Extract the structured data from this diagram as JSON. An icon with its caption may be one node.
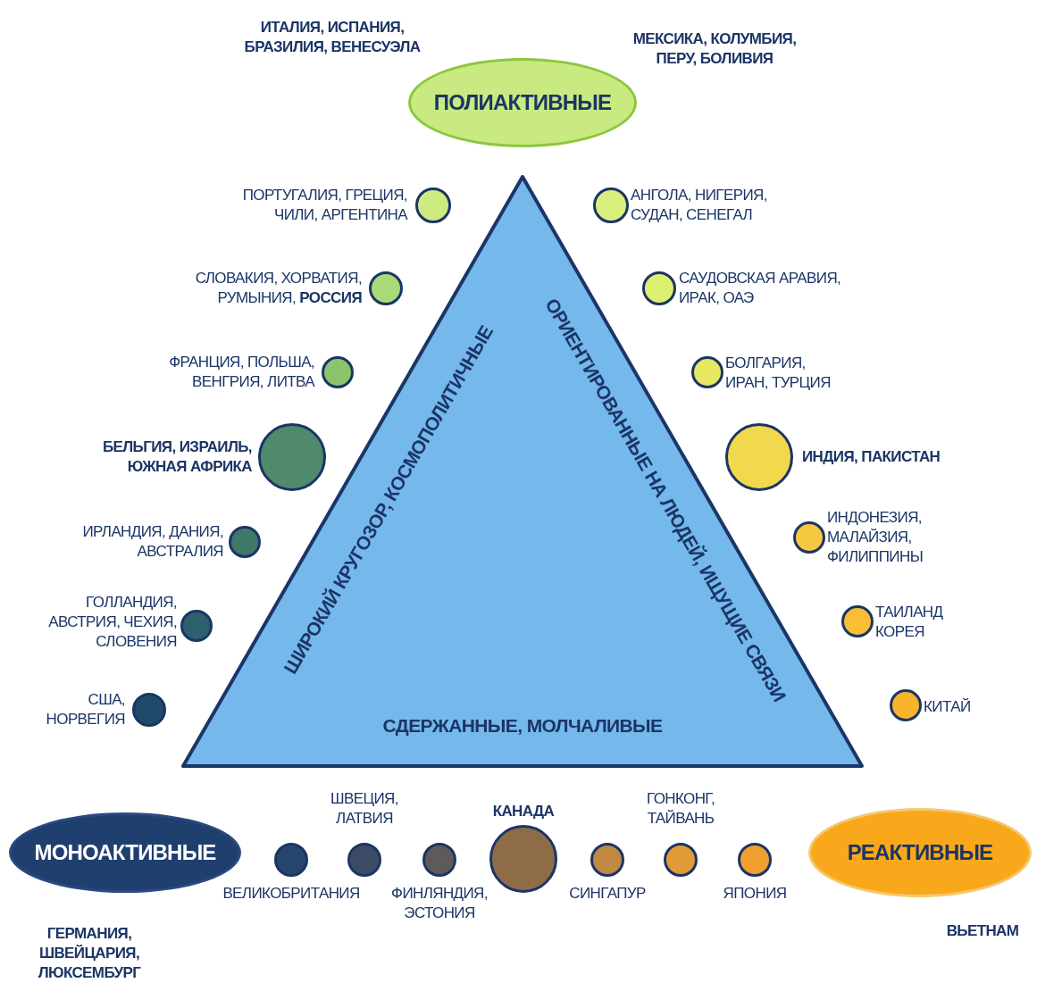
{
  "diagram": {
    "nodes": [
      {
        "text": [
          "ПОЛИАКТИВНЫЕ"
        ],
        "beside": [
          "ИТАЛИЯ, ИСПАНИЯ, БРАЗИЛИЯ, ВЕНЕСУЭЛА",
          "МЕКСИКА, КОЛУМБИЯ, ПЕРУ, БОЛИВИЯ"
        ]
      },
      {
        "text": [
          "ШИРОКИЙ КРУГОЗОР, КОСМОПОЛИТИЧНЫЕ",
          "ОРИЕНТИРОВАННЫЕ НА ЛЮДЕЙ, ИЩУЩИЕ СВЯЗИ",
          "СДЕРЖАННЫЕ, МОЛЧАЛИВЫЕ"
        ]
      },
      {
        "text": [],
        "shape": "circle"
      },
      {
        "text": [],
        "shape": "circle"
      },
      {
        "text": [],
        "shape": "circle"
      },
      {
        "text": [],
        "shape": "circle"
      },
      {
        "text": [],
        "shape": "circle"
      },
      {
        "text": [],
        "shape": "circle"
      },
      {
        "text": [],
        "shape": "circle"
      },
      {
        "text": [],
        "shape": "circle"
      },
      {
        "text": [],
        "shape": "circle"
      },
      {
        "text": [],
        "shape": "circle"
      },
      {
        "text": [],
        "shape": "circle"
      },
      {
        "text": [],
        "shape": "circle"
      },
      {
        "text": [],
        "shape": "circle"
      },
      {
        "text": [],
        "shape": "circle"
      },
      {
        "text": [
          "МОНОАКТИВНЫЕ"
        ],
        "beside": [
          "ГЕРМАНИЯ, ШВЕЙЦАРИЯ, ЛЮКСЕМБУРГ"
        ]
      },
      {
        "text": [],
        "shape": "circle"
      },
      {
        "text": [],
        "shape": "circle"
      },
      {
        "text": [],
        "shape": "circle"
      },
      {
        "text": [],
        "shape": "circle"
      },
      {
        "text": [],
        "shape": "circle"
      },
      {
        "text": [],
        "shape": "circle"
      },
      {
        "text": [],
        "shape": "circle"
      },
      {
        "text": [
          "РЕАКТИВНЫЕ"
        ],
        "beside": [
          "ВЬЕТНАМ"
        ]
      }
    ],
    "labels": [
      "ПОРТУГАЛИЯ, ГРЕЦИЯ, ЧИЛИ, АРГЕНТИНА",
      "АНГОЛА, НИГЕРИЯ, СУДАН, СЕНЕГАЛ",
      "СЛОВАКИЯ, ХОРВАТИЯ, РУМЫНИЯ, **РОССИЯ**",
      "САУДОВСКАЯ АРАВИЯ, ИРАК, ОАЭ",
      "ФРАНЦИЯ, ПОЛЬША, ВЕНГРИЯ, ЛИТВА",
      "БОЛГАРИЯ, ИРАН, ТУРЦИЯ",
      "БЕЛЬГИЯ, ИЗРАИЛЬ, ЮЖНАЯ АФРИКА",
      "ИНДИЯ, ПАКИСТАН",
      "ИРЛАНДИЯ, ДАНИЯ, АВСТРАЛИЯ",
      "ИНДОНЕЗИЯ, МАЛАЙЗИЯ, ФИЛИППИНЫ",
      "ГОЛЛАНДИЯ, АВСТРИЯ, ЧЕХИЯ, СЛОВЕНИЯ",
      "ТАИЛАНД КОРЕЯ",
      "США, НОРВЕГИЯ",
      "КИТАЙ",
      "ШВЕЦИЯ, ЛАТВИЯ",
      "КАНАДА",
      "ГОНКОНГ, ТАЙВАНЬ",
      "ВЕЛИКОБРИТАНИЯ",
      "ФИНЛЯНДИЯ, ЭСТОНИЯ",
      "СИНГАПУР",
      "ЯПОНИЯ"
    ]
  }
}
